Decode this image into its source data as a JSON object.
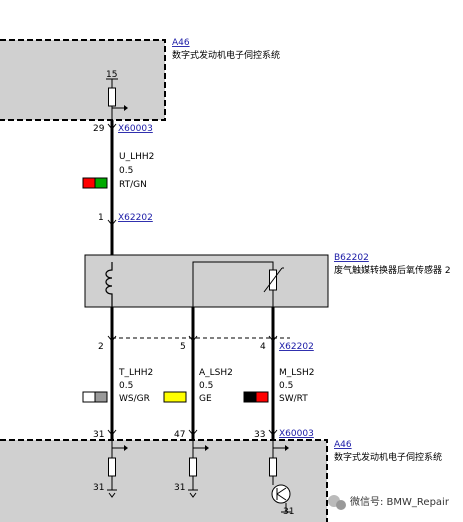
{
  "modules": {
    "top": {
      "ref": "A46",
      "name": "数字式发动机电子伺控系统",
      "pin15": "15"
    },
    "sensor": {
      "ref": "B62202",
      "name": "废气触媒转换器后氧传感器 2"
    },
    "bottom": {
      "ref": "A46",
      "name": "数字式发动机电子伺控系统"
    }
  },
  "connectors": {
    "top_x": {
      "pin": "29",
      "ref": "X60003"
    },
    "mid_x": {
      "pin": "1",
      "ref": "X62202"
    },
    "sensor_bottom": {
      "ref": "X62202",
      "pins": [
        "2",
        "5",
        "4"
      ]
    },
    "ecu_bottom": {
      "ref": "X60003",
      "pins": [
        "31",
        "47",
        "33"
      ]
    }
  },
  "wires": {
    "upper": {
      "name": "U_LHH2",
      "gauge": "0.5",
      "color": "RT/GN",
      "swatch": [
        "#ff0000",
        "#00aa00"
      ]
    },
    "w1": {
      "name": "T_LHH2",
      "gauge": "0.5",
      "color": "WS/GR",
      "swatch": [
        "#ffffff",
        "#9a9a9a"
      ]
    },
    "w2": {
      "name": "A_LSH2",
      "gauge": "0.5",
      "color": "GE",
      "swatch": [
        "#ffff00",
        "#ffff00"
      ]
    },
    "w3": {
      "name": "M_LSH2",
      "gauge": "0.5",
      "color": "SW/RT",
      "swatch": [
        "#000000",
        "#ff0000"
      ]
    }
  },
  "bottom_pins": [
    "31",
    "31",
    "31"
  ],
  "watermark": "微信号: BMW_Repair",
  "colors": {
    "module_fill": "#d0d0d0",
    "link": "#1a1aa6"
  }
}
